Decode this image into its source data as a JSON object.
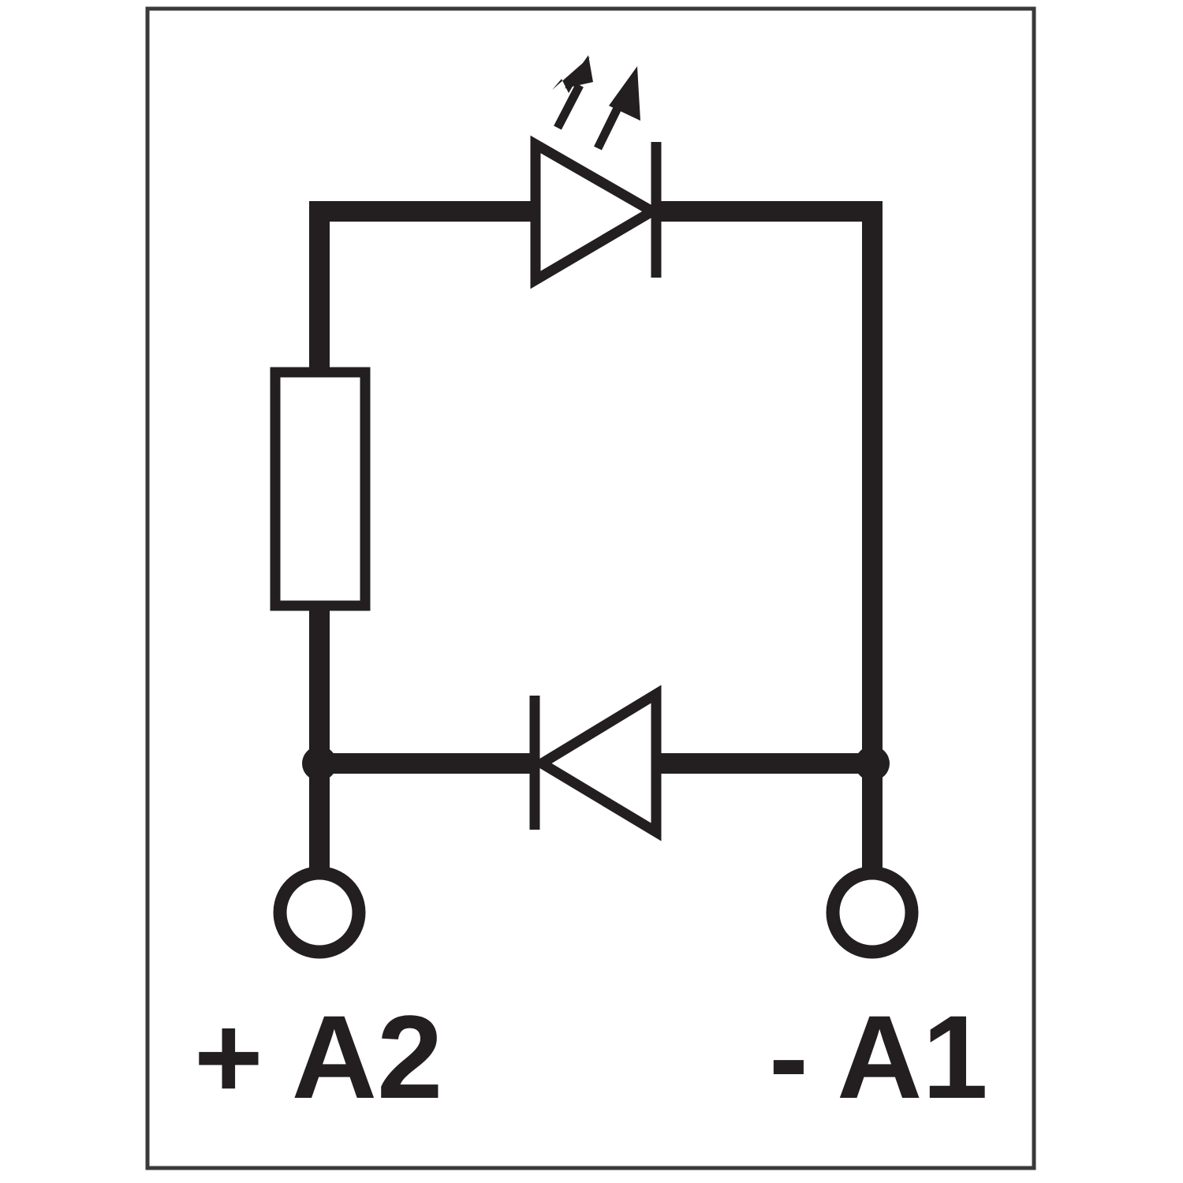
{
  "diagram": {
    "type": "circuit-schematic",
    "components": [
      "resistor",
      "led",
      "diode"
    ],
    "terminals": {
      "left_label": "+ A2",
      "right_label": "- A1"
    },
    "colors": {
      "ink": "#231f20",
      "frame": "#3a3a3a",
      "background": "#ffffff"
    }
  }
}
